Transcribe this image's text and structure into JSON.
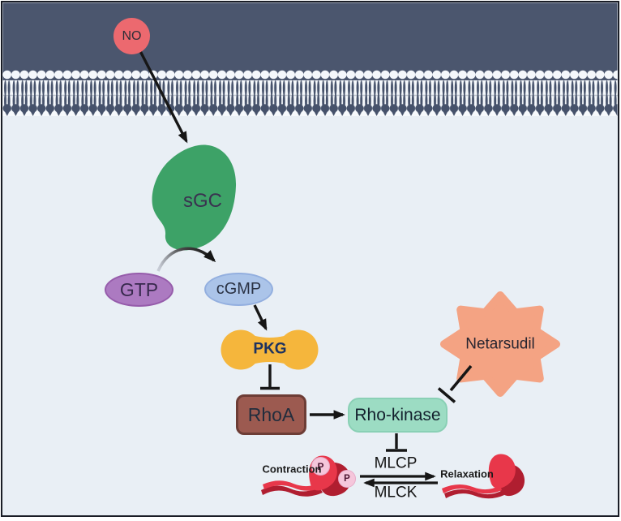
{
  "figure": {
    "description": "NO / cGMP signalling pathway diagram with Netarsudil inhibiting Rho-kinase",
    "background_color": "#e9eff5",
    "membrane_color": "#4b566e",
    "arrow_color": "#161616",
    "nodes": {
      "no": {
        "label": "NO",
        "color": "#ec696f",
        "shape": "circle"
      },
      "sgc": {
        "label": "sGC",
        "color": "#3da267",
        "shape": "blob"
      },
      "gtp": {
        "label": "GTP",
        "color": "#ac7ac1",
        "shape": "ellipse"
      },
      "cgmp": {
        "label": "cGMP",
        "color": "#abc4e9",
        "shape": "ellipse"
      },
      "pkg": {
        "label": "PKG",
        "color": "#f5b63c",
        "shape": "dumbbell"
      },
      "rhoa": {
        "label": "RhoA",
        "color": "#9c5a50",
        "shape": "rounded-rect"
      },
      "rho_kinase": {
        "label": "Rho-kinase",
        "color": "#9cdcc3",
        "shape": "rounded-rect"
      },
      "netarsudil": {
        "label": "Netarsudil",
        "color": "#f4a383",
        "shape": "starburst"
      },
      "mlcp": {
        "label": "MLCP"
      },
      "mlck": {
        "label": "MLCK"
      },
      "contraction": {
        "label": "Contraction"
      },
      "relaxation": {
        "label": "Relaxation"
      },
      "phosphate": {
        "label": "P",
        "color": "#f5c6db"
      }
    },
    "edges": [
      {
        "from": "NO",
        "to": "sGC",
        "type": "activation-arrow"
      },
      {
        "from": "GTP",
        "to": "cGMP",
        "type": "conversion-arrow"
      },
      {
        "from": "cGMP",
        "to": "PKG",
        "type": "activation-arrow"
      },
      {
        "from": "PKG",
        "to": "RhoA",
        "type": "inhibition-tbar"
      },
      {
        "from": "RhoA",
        "to": "Rho-kinase",
        "type": "activation-arrow"
      },
      {
        "from": "Netarsudil",
        "to": "Rho-kinase",
        "type": "inhibition-tbar"
      },
      {
        "from": "Rho-kinase",
        "to": "MLCP",
        "type": "inhibition-tbar"
      },
      {
        "from": "Contraction",
        "to": "Relaxation",
        "type": "arrow-labeled-MLCP"
      },
      {
        "from": "Relaxation",
        "to": "Contraction",
        "type": "arrow-labeled-MLCK"
      }
    ]
  }
}
